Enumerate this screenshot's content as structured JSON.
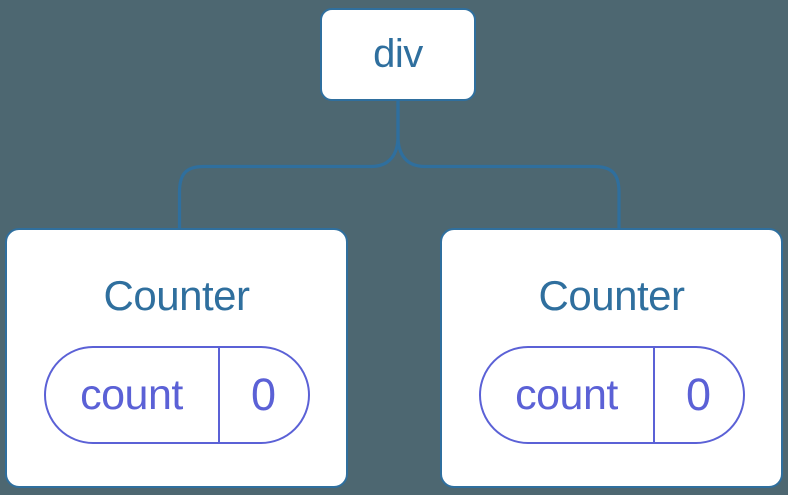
{
  "colors": {
    "background": "#4d6771",
    "node_blue": "#2f6f9e",
    "state_purple": "#5b61d6",
    "card_bg": "#ffffff"
  },
  "tree": {
    "root": {
      "label": "div"
    },
    "children": [
      {
        "title": "Counter",
        "state": {
          "key": "count",
          "value": "0"
        }
      },
      {
        "title": "Counter",
        "state": {
          "key": "count",
          "value": "0"
        }
      }
    ]
  }
}
